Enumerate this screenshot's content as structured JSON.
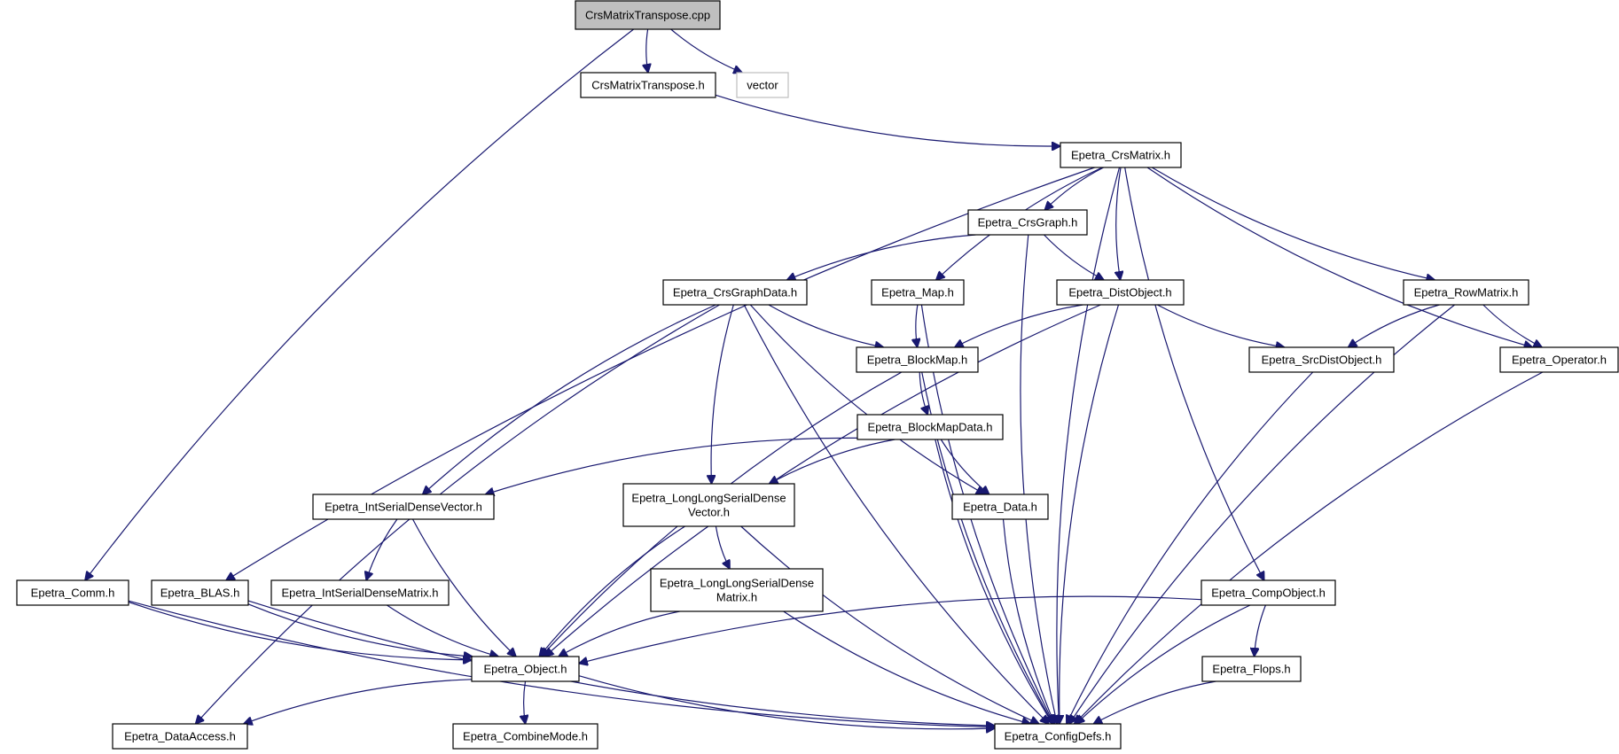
{
  "nodes": {
    "CrsMatrixTranspose_cpp": {
      "label": [
        "CrsMatrixTranspose.cpp"
      ],
      "style": "root"
    },
    "CrsMatrixTranspose_h": {
      "label": [
        "CrsMatrixTranspose.h"
      ]
    },
    "vector": {
      "label": [
        "vector"
      ],
      "style": "external"
    },
    "Epetra_CrsMatrix_h": {
      "label": [
        "Epetra_CrsMatrix.h"
      ]
    },
    "Epetra_CrsGraph_h": {
      "label": [
        "Epetra_CrsGraph.h"
      ]
    },
    "Epetra_CrsGraphData_h": {
      "label": [
        "Epetra_CrsGraphData.h"
      ]
    },
    "Epetra_Map_h": {
      "label": [
        "Epetra_Map.h"
      ]
    },
    "Epetra_DistObject_h": {
      "label": [
        "Epetra_DistObject.h"
      ]
    },
    "Epetra_RowMatrix_h": {
      "label": [
        "Epetra_RowMatrix.h"
      ]
    },
    "Epetra_BlockMap_h": {
      "label": [
        "Epetra_BlockMap.h"
      ]
    },
    "Epetra_SrcDistObject_h": {
      "label": [
        "Epetra_SrcDistObject.h"
      ]
    },
    "Epetra_Operator_h": {
      "label": [
        "Epetra_Operator.h"
      ]
    },
    "Epetra_BlockMapData_h": {
      "label": [
        "Epetra_BlockMapData.h"
      ]
    },
    "Epetra_IntSerialDenseVector_h": {
      "label": [
        "Epetra_IntSerialDenseVector.h"
      ]
    },
    "Epetra_LongLongSerialDenseVector_h": {
      "label": [
        "Epetra_LongLongSerialDense",
        "Vector.h"
      ]
    },
    "Epetra_Data_h": {
      "label": [
        "Epetra_Data.h"
      ]
    },
    "Epetra_Comm_h": {
      "label": [
        "Epetra_Comm.h"
      ]
    },
    "Epetra_BLAS_h": {
      "label": [
        "Epetra_BLAS.h"
      ]
    },
    "Epetra_IntSerialDenseMatrix_h": {
      "label": [
        "Epetra_IntSerialDenseMatrix.h"
      ]
    },
    "Epetra_LongLongSerialDenseMatrix_h": {
      "label": [
        "Epetra_LongLongSerialDense",
        "Matrix.h"
      ]
    },
    "Epetra_CompObject_h": {
      "label": [
        "Epetra_CompObject.h"
      ]
    },
    "Epetra_Object_h": {
      "label": [
        "Epetra_Object.h"
      ]
    },
    "Epetra_Flops_h": {
      "label": [
        "Epetra_Flops.h"
      ]
    },
    "Epetra_DataAccess_h": {
      "label": [
        "Epetra_DataAccess.h"
      ]
    },
    "Epetra_CombineMode_h": {
      "label": [
        "Epetra_CombineMode.h"
      ]
    },
    "Epetra_ConfigDefs_h": {
      "label": [
        "Epetra_ConfigDefs.h"
      ]
    }
  },
  "edges": [
    [
      "CrsMatrixTranspose_cpp",
      "CrsMatrixTranspose_h"
    ],
    [
      "CrsMatrixTranspose_cpp",
      "vector"
    ],
    [
      "CrsMatrixTranspose_cpp",
      "Epetra_Comm_h"
    ],
    [
      "CrsMatrixTranspose_h",
      "Epetra_CrsMatrix_h"
    ],
    [
      "Epetra_CrsMatrix_h",
      "Epetra_CrsGraph_h"
    ],
    [
      "Epetra_CrsMatrix_h",
      "Epetra_Map_h"
    ],
    [
      "Epetra_CrsMatrix_h",
      "Epetra_DistObject_h"
    ],
    [
      "Epetra_CrsMatrix_h",
      "Epetra_RowMatrix_h"
    ],
    [
      "Epetra_CrsMatrix_h",
      "Epetra_Operator_h"
    ],
    [
      "Epetra_CrsMatrix_h",
      "Epetra_BLAS_h"
    ],
    [
      "Epetra_CrsMatrix_h",
      "Epetra_CompObject_h"
    ],
    [
      "Epetra_CrsMatrix_h",
      "Epetra_ConfigDefs_h"
    ],
    [
      "Epetra_CrsGraph_h",
      "Epetra_CrsGraphData_h"
    ],
    [
      "Epetra_CrsGraph_h",
      "Epetra_DistObject_h"
    ],
    [
      "Epetra_CrsGraph_h",
      "Epetra_ConfigDefs_h"
    ],
    [
      "Epetra_CrsGraphData_h",
      "Epetra_BlockMap_h"
    ],
    [
      "Epetra_CrsGraphData_h",
      "Epetra_IntSerialDenseVector_h"
    ],
    [
      "Epetra_CrsGraphData_h",
      "Epetra_LongLongSerialDenseVector_h"
    ],
    [
      "Epetra_CrsGraphData_h",
      "Epetra_Data_h"
    ],
    [
      "Epetra_CrsGraphData_h",
      "Epetra_DataAccess_h"
    ],
    [
      "Epetra_CrsGraphData_h",
      "Epetra_ConfigDefs_h"
    ],
    [
      "Epetra_Map_h",
      "Epetra_BlockMap_h"
    ],
    [
      "Epetra_Map_h",
      "Epetra_ConfigDefs_h"
    ],
    [
      "Epetra_DistObject_h",
      "Epetra_BlockMap_h"
    ],
    [
      "Epetra_DistObject_h",
      "Epetra_SrcDistObject_h"
    ],
    [
      "Epetra_DistObject_h",
      "Epetra_Object_h"
    ],
    [
      "Epetra_DistObject_h",
      "Epetra_ConfigDefs_h"
    ],
    [
      "Epetra_RowMatrix_h",
      "Epetra_SrcDistObject_h"
    ],
    [
      "Epetra_RowMatrix_h",
      "Epetra_Operator_h"
    ],
    [
      "Epetra_RowMatrix_h",
      "Epetra_ConfigDefs_h"
    ],
    [
      "Epetra_BlockMap_h",
      "Epetra_BlockMapData_h"
    ],
    [
      "Epetra_BlockMap_h",
      "Epetra_Object_h"
    ],
    [
      "Epetra_BlockMap_h",
      "Epetra_ConfigDefs_h"
    ],
    [
      "Epetra_SrcDistObject_h",
      "Epetra_ConfigDefs_h"
    ],
    [
      "Epetra_Operator_h",
      "Epetra_ConfigDefs_h"
    ],
    [
      "Epetra_BlockMapData_h",
      "Epetra_IntSerialDenseVector_h"
    ],
    [
      "Epetra_BlockMapData_h",
      "Epetra_LongLongSerialDenseVector_h"
    ],
    [
      "Epetra_BlockMapData_h",
      "Epetra_Data_h"
    ],
    [
      "Epetra_BlockMapData_h",
      "Epetra_ConfigDefs_h"
    ],
    [
      "Epetra_IntSerialDenseVector_h",
      "Epetra_IntSerialDenseMatrix_h"
    ],
    [
      "Epetra_IntSerialDenseVector_h",
      "Epetra_Object_h"
    ],
    [
      "Epetra_LongLongSerialDenseVector_h",
      "Epetra_LongLongSerialDenseMatrix_h"
    ],
    [
      "Epetra_LongLongSerialDenseVector_h",
      "Epetra_Object_h"
    ],
    [
      "Epetra_LongLongSerialDenseVector_h",
      "Epetra_ConfigDefs_h"
    ],
    [
      "Epetra_Data_h",
      "Epetra_ConfigDefs_h"
    ],
    [
      "Epetra_Comm_h",
      "Epetra_Object_h"
    ],
    [
      "Epetra_Comm_h",
      "Epetra_ConfigDefs_h"
    ],
    [
      "Epetra_BLAS_h",
      "Epetra_Object_h"
    ],
    [
      "Epetra_BLAS_h",
      "Epetra_ConfigDefs_h"
    ],
    [
      "Epetra_IntSerialDenseMatrix_h",
      "Epetra_Object_h"
    ],
    [
      "Epetra_LongLongSerialDenseMatrix_h",
      "Epetra_Object_h"
    ],
    [
      "Epetra_LongLongSerialDenseMatrix_h",
      "Epetra_ConfigDefs_h"
    ],
    [
      "Epetra_CompObject_h",
      "Epetra_Object_h"
    ],
    [
      "Epetra_CompObject_h",
      "Epetra_Flops_h"
    ],
    [
      "Epetra_CompObject_h",
      "Epetra_ConfigDefs_h"
    ],
    [
      "Epetra_Flops_h",
      "Epetra_ConfigDefs_h"
    ],
    [
      "Epetra_Object_h",
      "Epetra_DataAccess_h"
    ],
    [
      "Epetra_Object_h",
      "Epetra_CombineMode_h"
    ],
    [
      "Epetra_Object_h",
      "Epetra_ConfigDefs_h"
    ]
  ],
  "colors": {
    "edge": "#191970",
    "root_fill": "#bfbfbf",
    "external_border": "#bfbfbf"
  }
}
